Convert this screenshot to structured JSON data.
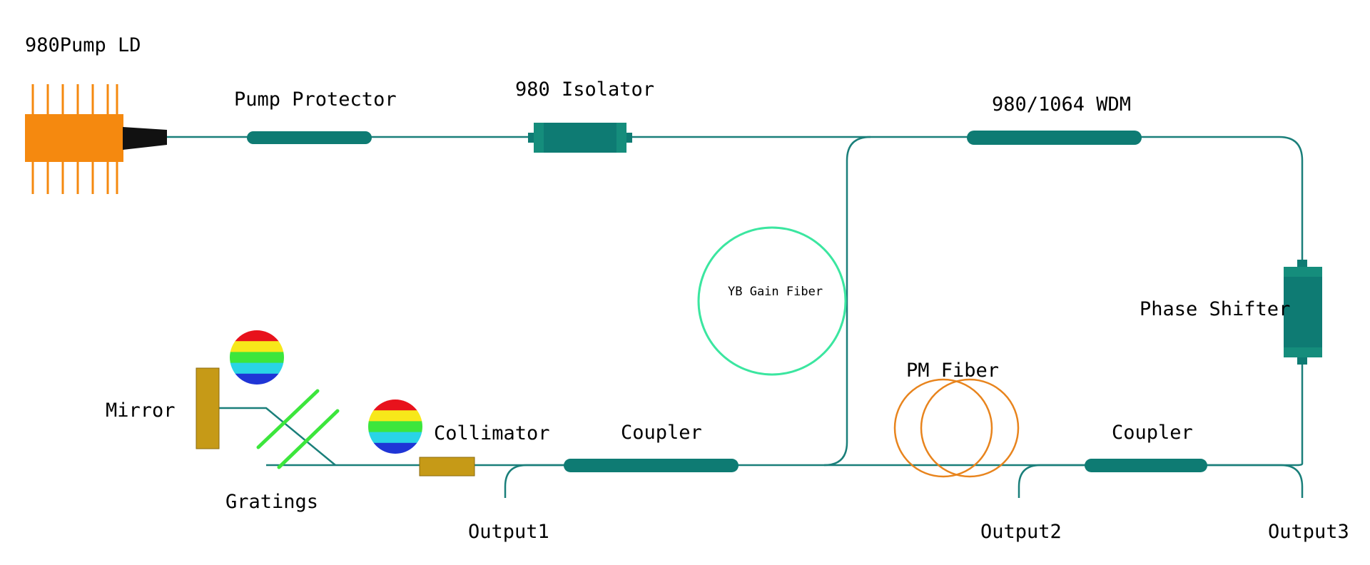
{
  "labels": {
    "pump_ld": "980Pump LD",
    "pump_protector": "Pump Protector",
    "isolator": "980 Isolator",
    "wdm": "980/1064 WDM",
    "gain_fiber": "YB Gain Fiber",
    "phase_shifter": "Phase Shifter",
    "pm_fiber": "PM Fiber",
    "coupler_left": "Coupler",
    "coupler_right": "Coupler",
    "collimator": "Collimator",
    "mirror": "Mirror",
    "gratings": "Gratings",
    "output1": "Output1",
    "output2": "Output2",
    "output3": "Output3"
  },
  "colors": {
    "fiber": "#1a7f7a",
    "component": "#0e7b73",
    "pump_body": "#f5890f",
    "connector": "#111111",
    "gain_fiber": "#3be6a0",
    "pm_fiber": "#e8841d",
    "collimator": "#c69a17",
    "gratings": "#3ce63c"
  },
  "spectrum_colors": [
    "#e8121c",
    "#f7e81a",
    "#3ce63c",
    "#29d4e6",
    "#1f35d6"
  ]
}
